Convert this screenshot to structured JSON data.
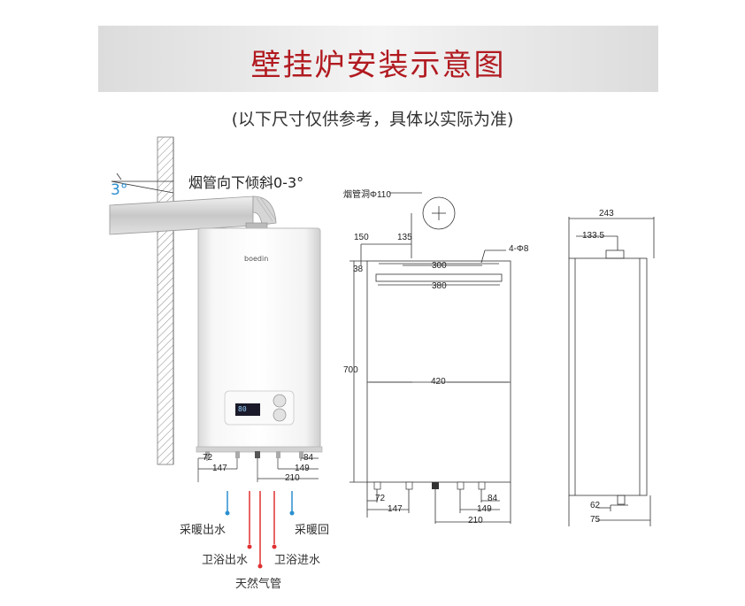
{
  "header": {
    "title": "壁挂炉安装示意图",
    "subtitle": "(以下尺寸仅供参考，具体以实际为准)"
  },
  "flue": {
    "note": "烟管向下倾斜0-3°",
    "angle_label": "3°"
  },
  "unit": {
    "brand": "boedin",
    "display": "80"
  },
  "pipes": [
    {
      "label": "采暖出水",
      "color": "#2a8fd0"
    },
    {
      "label": "卫浴出水",
      "color": "#e03030"
    },
    {
      "label": "天然气管",
      "color": "#e03030"
    },
    {
      "label": "卫浴进水",
      "color": "#e03030"
    },
    {
      "label": "采暖回",
      "color": "#2a8fd0"
    }
  ],
  "left_dims": {
    "d72": "72",
    "d147": "147",
    "d84": "84",
    "d149": "149",
    "d210": "210"
  },
  "front_view": {
    "flue_hole": "烟管洞Φ110",
    "d150": "150",
    "d135": "135",
    "screw": "4-Φ8",
    "d38": "38",
    "d300": "300",
    "d380": "380",
    "d700": "700",
    "d420": "420",
    "d72": "72",
    "d147": "147",
    "d84": "84",
    "d149": "149",
    "d210": "210"
  },
  "side_view": {
    "d243": "243",
    "d133_5": "133.5",
    "d62": "62",
    "d75": "75"
  }
}
